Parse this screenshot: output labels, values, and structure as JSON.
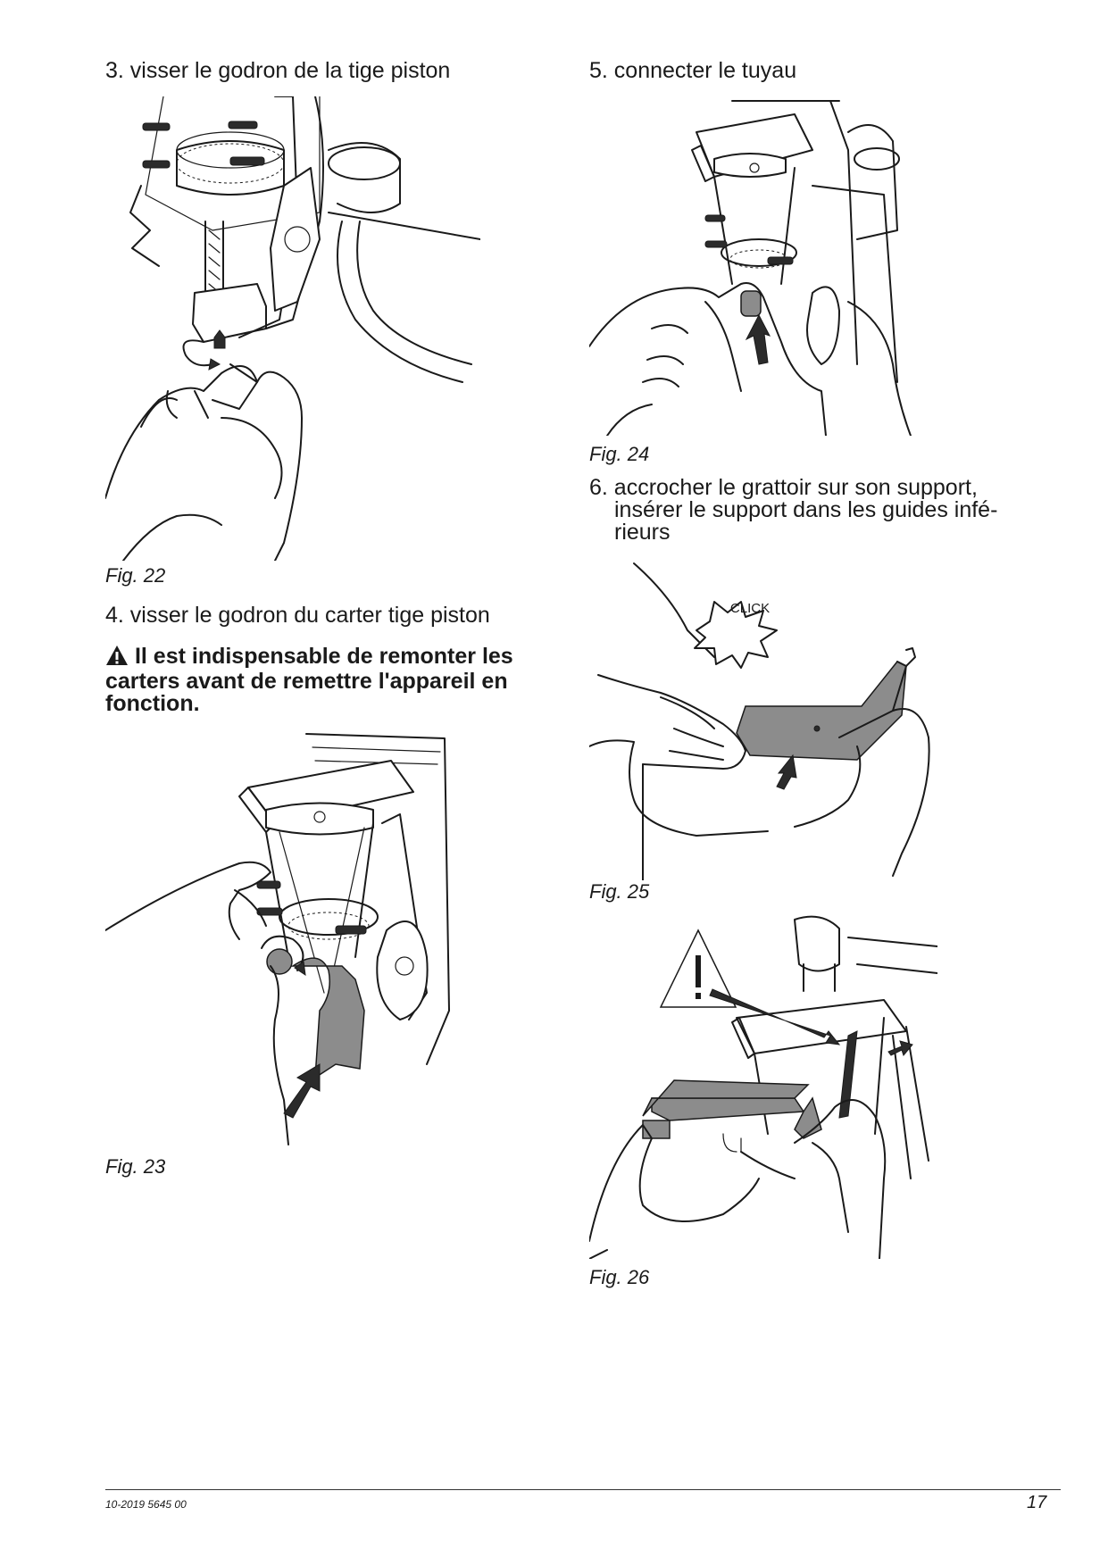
{
  "left": {
    "step3": "3.  visser le godron de la tige piston",
    "fig22": "Fig. 22",
    "step4": "4. visser le godron du carter tige piston",
    "warning": "Il est indispensable de remonter les carters avant de remettre l'appareil en fonction.",
    "warning_line1": "Il est indispensable de remonter les",
    "warning_line2": "carters avant de remettre l'appareil en",
    "warning_line3": "fonction.",
    "fig23": "Fig. 23"
  },
  "right": {
    "step5": "5. connecter le tuyau",
    "fig24": "Fig. 24",
    "step6_line1": "6. accrocher le grattoir sur son support,",
    "step6_line2": "insérer le support dans les guides infé-",
    "step6_line3": "rieurs",
    "click_label": "CLICK",
    "fig25": "Fig. 25",
    "fig26": "Fig. 26"
  },
  "footer": {
    "doc_code": "10-2019 5645 00",
    "page_number": "17"
  },
  "icons": {
    "warning": "warning-triangle-icon",
    "rotation": "rotation-arrow-icon",
    "push": "push-arrow-icon"
  }
}
